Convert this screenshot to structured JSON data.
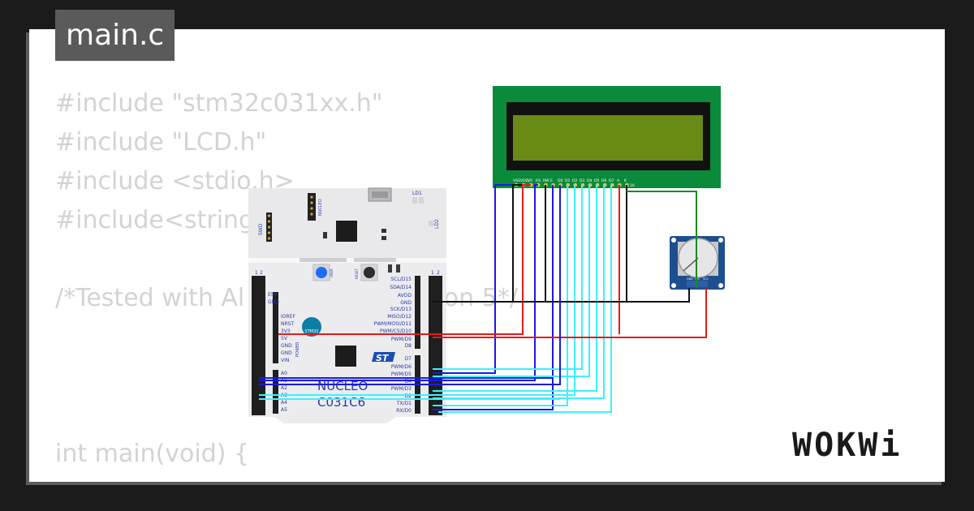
{
  "tab": {
    "filename": "main.c"
  },
  "code": {
    "lines": [
      "#include \"stm32c031xx.h\"",
      "#include \"LCD.h\"",
      "#include <stdio.h>",
      "#include<string",
      "",
      "/*Tested with Al                    ersion 5*/",
      "",
      "",
      "",
      "int main(void) {"
    ]
  },
  "board": {
    "name_line1": "NUCLEO",
    "name_line2": "C031C6",
    "label_nucleo": "NUCLEO",
    "label_swd": "SWD",
    "label_ld1": "LD1",
    "label_ld2": "LD2",
    "label_user": "USER",
    "label_reset": "RESET",
    "label_stm32": "STM32",
    "label_power": "POWER",
    "pins_left": [
      "E5V",
      "GND",
      "IOREF",
      "NRST",
      "3V3",
      "5V",
      "GND",
      "GND",
      "VIN",
      "A0",
      "A1",
      "A2",
      "A3",
      "A4",
      "A5"
    ],
    "pins_right": [
      "SCL/D15",
      "SDA/D14",
      "AVDD",
      "GND",
      "SCK/D13",
      "MISO/D12",
      "PWM/MOSI/D11",
      "PWM/CS/D10",
      "PWM/D9",
      "D8",
      "D7",
      "PWM/D6",
      "PWM/D5",
      "D4",
      "PWM/D3",
      "D2",
      "TX/D1",
      "RX/D0"
    ],
    "header_numbers": [
      "1",
      "2"
    ]
  },
  "lcd": {
    "pin_labels": [
      "VSS",
      "VDD",
      "V0",
      "RS",
      "RW",
      "E",
      "D0",
      "D1",
      "D2",
      "D3",
      "D4",
      "D5",
      "D6",
      "D7",
      "A",
      "K"
    ],
    "pin_end_number": "16"
  },
  "potentiometer": {
    "pin_labels": [
      "GND",
      "SIG",
      "VCC"
    ]
  },
  "wire_colors": {
    "blue": "#1a1ae6",
    "black": "#111111",
    "red": "#e31b1b",
    "green": "#1a8c1a",
    "cyan": "#3ef0ff"
  },
  "logo": {
    "text": "WOKWi"
  }
}
